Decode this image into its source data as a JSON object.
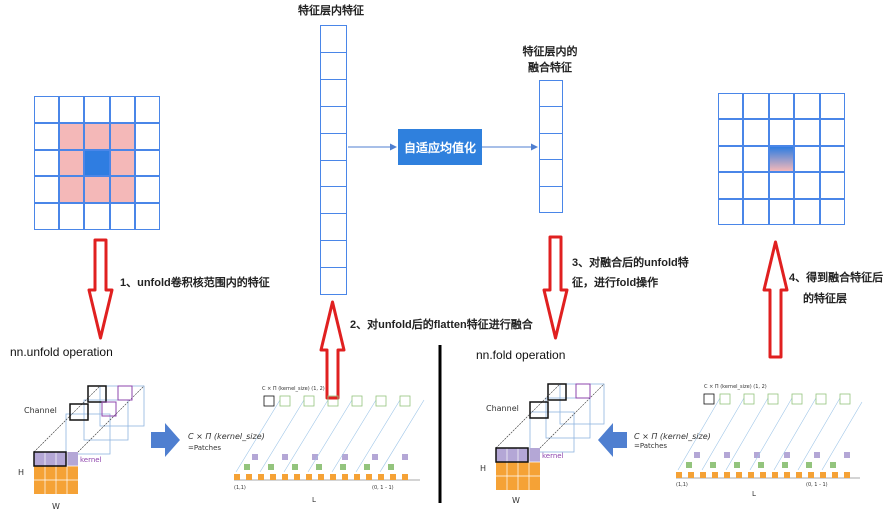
{
  "labels": {
    "intra_feature": "特征层内特征",
    "fused_line1": "特征层内的",
    "fused_line2": "融合特征",
    "pool_box": "自适应均值化",
    "step1": "1、unfold卷积核范围内的特征",
    "step2": "2、对unfold后的flatten特征进行融合",
    "step3_line1": "3、对融合后的unfold特",
    "step3_line2": "征，进行fold操作",
    "step4_line1": "4、得到融合特征后",
    "step4_line2": "的特征层",
    "unfold_op": "nn.unfold operation",
    "fold_op": "nn.fold operation"
  },
  "unfold_panel": {
    "channel": "Channel",
    "h": "H",
    "w": "W",
    "kernel": "kernel",
    "formula": "C × Π (kernel_size)",
    "patches": "=Patches",
    "col_caption": "C × Π (kernel_size) (1, 2)",
    "axis_start": "(1,1)",
    "axis_end": "(0, 1 - 1)",
    "l": "L"
  },
  "fold_panel": {
    "channel": "Channel",
    "h": "H",
    "w": "W",
    "kernel": "kernel",
    "formula": "C × Π (kernel_size)",
    "patches": "=Patches",
    "col_caption": "C × Π (kernel_size) (1, 2)",
    "axis_start": "(1,1)",
    "axis_end": "(0, 1 - 1)",
    "l": "L"
  },
  "colors": {
    "grid_line": "#4a86e8",
    "pink": "#f4b8b8",
    "center_blue": "#2f7de1",
    "red_arrow": "#e02020",
    "pool_box": "#2f80dd",
    "orange": "#f5a236",
    "side_arrow": "#4f7fd0"
  }
}
